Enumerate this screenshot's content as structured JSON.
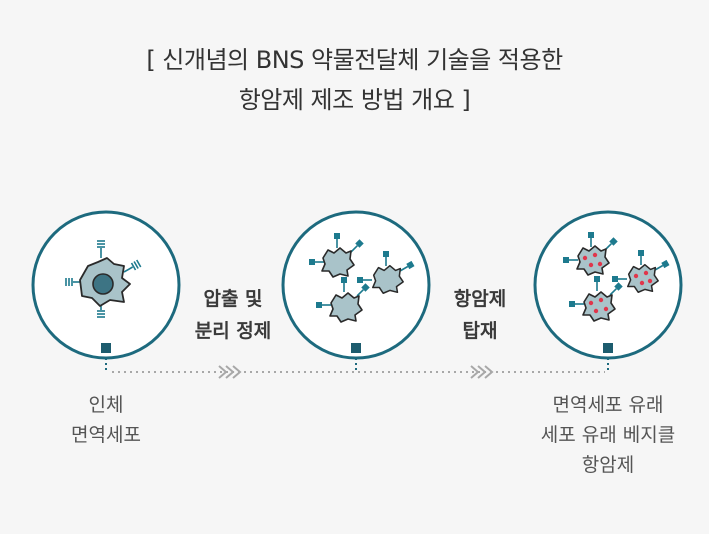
{
  "title": {
    "line1": "[ 신개념의 BNS 약물전달체 기술을 적용한",
    "line2": "항암제 제조 방법 개요 ]"
  },
  "steps": [
    {
      "line1": "압출 및",
      "line2": "분리 정제"
    },
    {
      "line1": "항암제",
      "line2": "탑재"
    }
  ],
  "captions": [
    {
      "lines": [
        "인체",
        "면역세포"
      ]
    },
    {
      "lines": [
        "면역세포 유래",
        "세포 유래 베지클",
        "항암제"
      ]
    }
  ],
  "colors": {
    "circle_stroke": "#1d6a7e",
    "cell_fill": "#a9c3c9",
    "nucleus": "#3d7484",
    "receptor": "#1d7a8e",
    "drug_dot": "#e0364b",
    "dotted_line": "#a8a8a8"
  },
  "icons": [
    "immune-cell-icon",
    "vesicle-icon",
    "drug-loaded-vesicle-icon",
    "arrow-chevron-icon"
  ]
}
